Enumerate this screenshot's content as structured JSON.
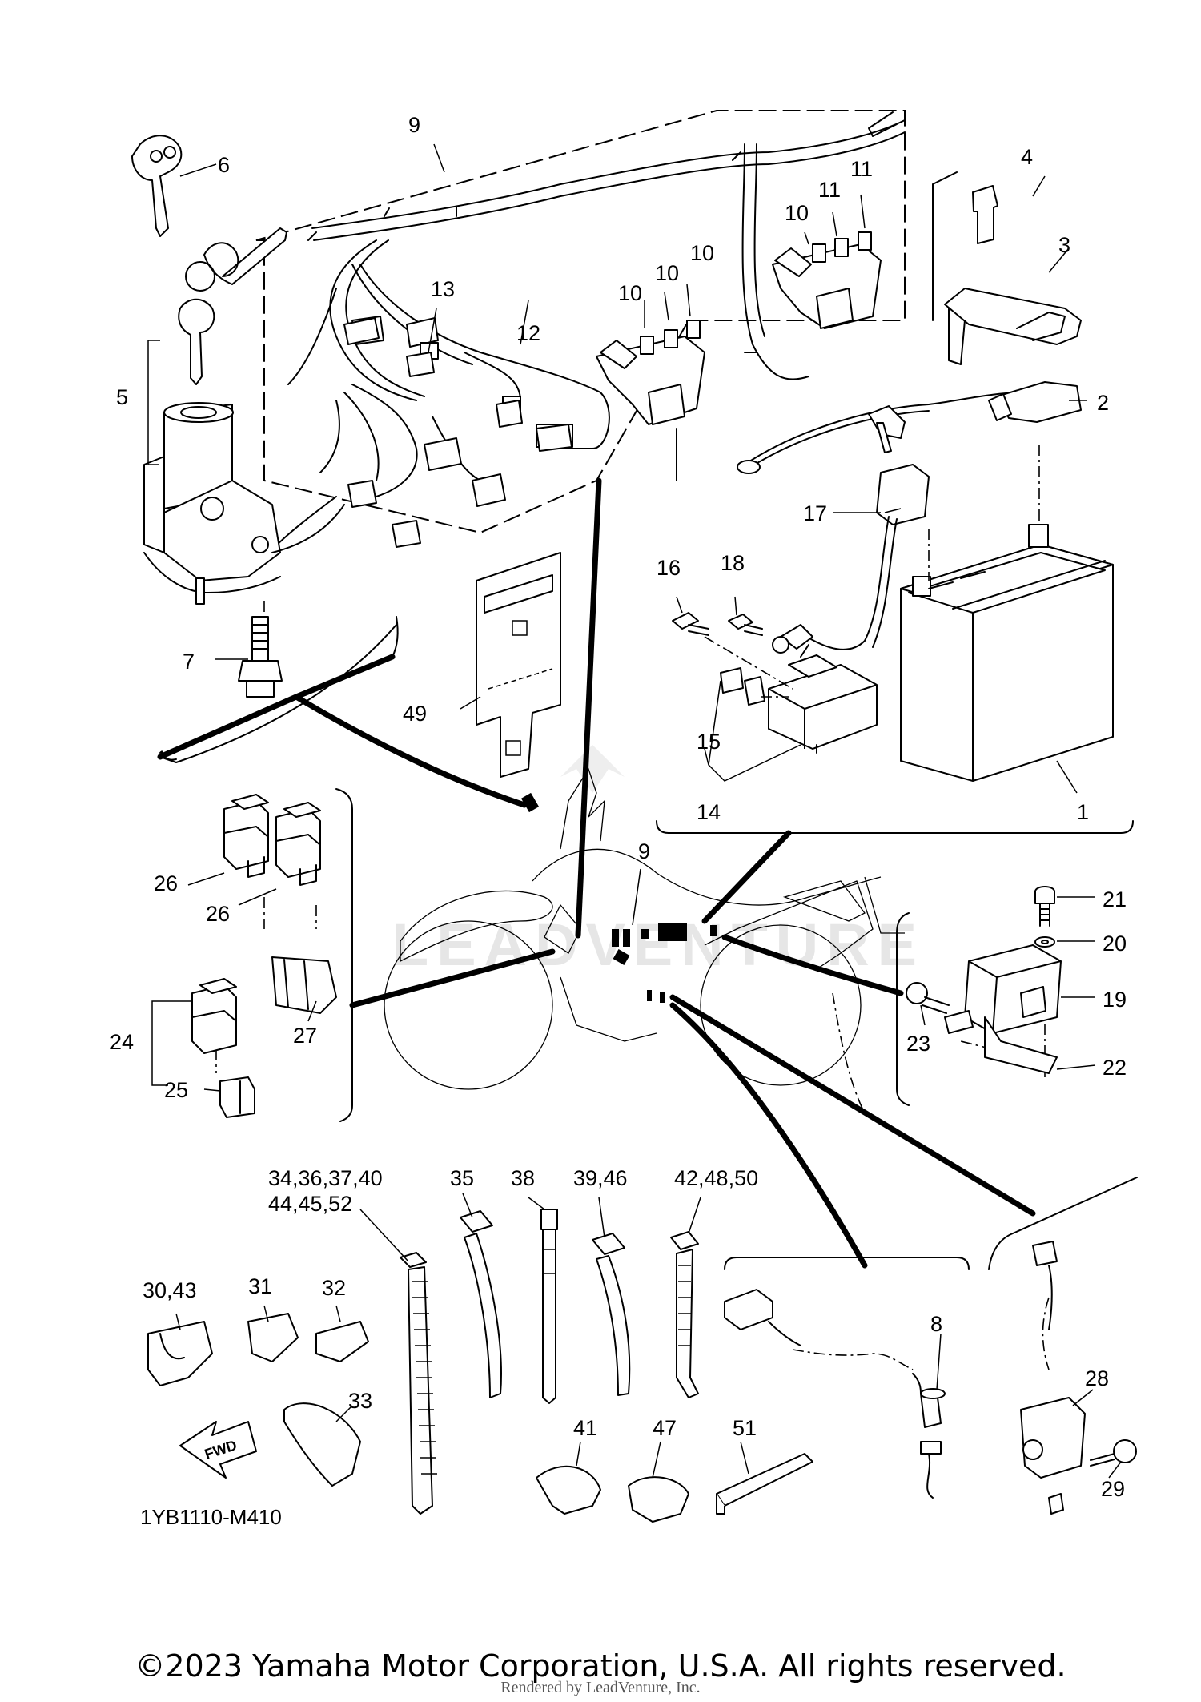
{
  "diagram_code": "1YB1110-M410",
  "copyright": "©2023 Yamaha Motor Corporation, U.S.A. All rights reserved.",
  "rendered_by": "Rendered by LeadVenture, Inc.",
  "watermark": "LEADVENTURE",
  "fwd_label": "FWD",
  "callouts": {
    "c1": "1",
    "c2": "2",
    "c3": "3",
    "c4": "4",
    "c5": "5",
    "c6": "6",
    "c7": "7",
    "c8": "8",
    "c9a": "9",
    "c9b": "9",
    "c10a": "10",
    "c10b": "10",
    "c10c": "10",
    "c10d": "10",
    "c11a": "11",
    "c11b": "11",
    "c12": "12",
    "c13": "13",
    "c14": "14",
    "c15": "15",
    "c16": "16",
    "c17": "17",
    "c18": "18",
    "c19": "19",
    "c20": "20",
    "c21": "21",
    "c22": "22",
    "c23": "23",
    "c24": "24",
    "c25": "25",
    "c26a": "26",
    "c26b": "26",
    "c27": "27",
    "c28": "28",
    "c29": "29",
    "c30_43": "30,43",
    "c31": "31",
    "c32": "32",
    "c33": "33",
    "c34_40": "34,36,37,40",
    "c44_52": "44,45,52",
    "c35": "35",
    "c38": "38",
    "c39_46": "39,46",
    "c42_50": "42,48,50",
    "c41": "41",
    "c47": "47",
    "c49": "49",
    "c51": "51"
  }
}
